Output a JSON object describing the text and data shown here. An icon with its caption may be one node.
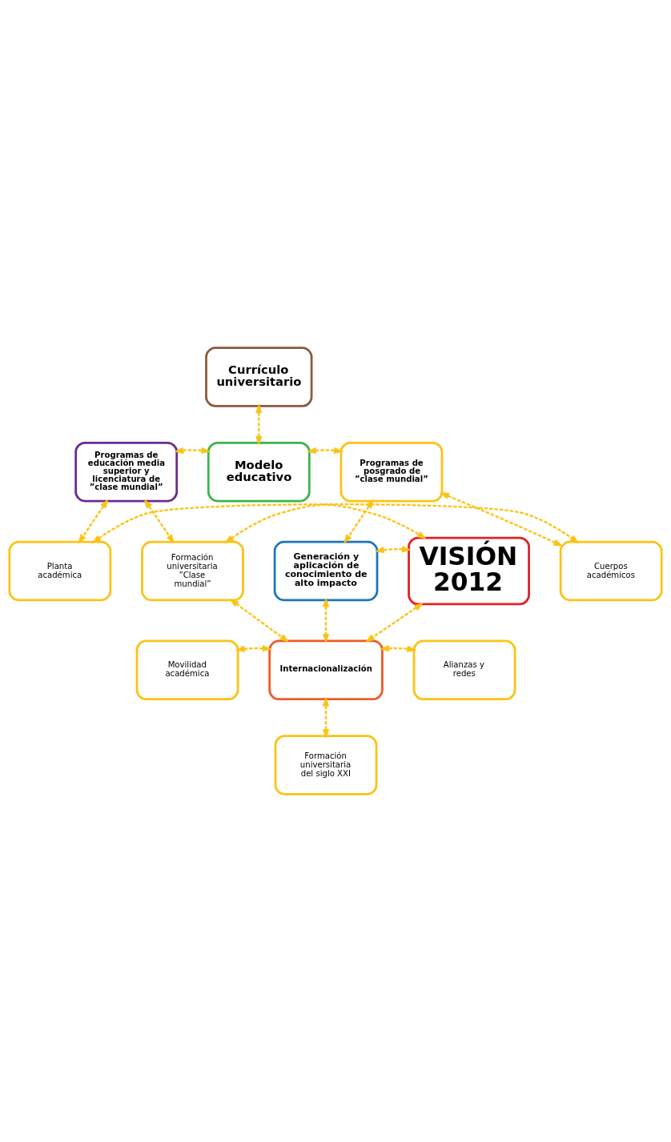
{
  "diagram": {
    "nodes": [
      {
        "text": [
          "Currículo universitario"
        ]
      },
      {
        "text": [
          "Programas de educación media superior y licenciatura de ”clase mundial”"
        ]
      },
      {
        "text": [
          "Modelo educativo"
        ]
      },
      {
        "text": [
          "Programas de posgrado de ”clase mundial”"
        ]
      },
      {
        "text": [
          "Planta académica"
        ]
      },
      {
        "text": [
          "Cuerpos académicos"
        ]
      },
      {
        "text": [
          "Formación universitaria ”Clase mundial”"
        ]
      },
      {
        "text": [
          "VISIÓN 2012"
        ]
      },
      {
        "text": [
          "Generación y aplicación de conocimiento de alto impacto"
        ]
      },
      {
        "text": [
          "Movilidad académica"
        ]
      },
      {
        "text": [
          "Internacionalización"
        ]
      },
      {
        "text": [
          "Alianzas y redes"
        ]
      },
      {
        "text": [
          "Formación universitaria del siglo XXI"
        ]
      }
    ],
    "edges": [
      {
        "from": 0,
        "to": 2,
        "arrow": "both",
        "style": "dashed"
      },
      {
        "from": 1,
        "to": 2,
        "arrow": "both",
        "style": "dashed"
      },
      {
        "from": 2,
        "to": 3,
        "arrow": "both",
        "style": "dashed"
      },
      {
        "from": 1,
        "to": 4,
        "arrow": "both",
        "style": "dashed"
      },
      {
        "from": 3,
        "to": 5,
        "arrow": "both",
        "style": "dashed"
      },
      {
        "from": 4,
        "to": 5,
        "arrow": "both",
        "style": "dashed"
      },
      {
        "from": 1,
        "to": 6,
        "arrow": "both",
        "style": "dashed"
      },
      {
        "from": 3,
        "to": 8,
        "arrow": "both",
        "style": "dashed"
      },
      {
        "from": 6,
        "to": 7,
        "arrow": "both",
        "style": "dashed"
      },
      {
        "from": 7,
        "to": 8,
        "arrow": "both",
        "style": "dashed"
      },
      {
        "from": 6,
        "to": 10,
        "arrow": "both",
        "style": "dashed"
      },
      {
        "from": 7,
        "to": 10,
        "arrow": "both",
        "style": "dashed"
      },
      {
        "from": 8,
        "to": 10,
        "arrow": "both",
        "style": "dashed"
      },
      {
        "from": 9,
        "to": 10,
        "arrow": "both",
        "style": "dashed"
      },
      {
        "from": 10,
        "to": 11,
        "arrow": "both",
        "style": "dashed"
      },
      {
        "from": 10,
        "to": 12,
        "arrow": "both",
        "style": "dashed"
      }
    ]
  }
}
